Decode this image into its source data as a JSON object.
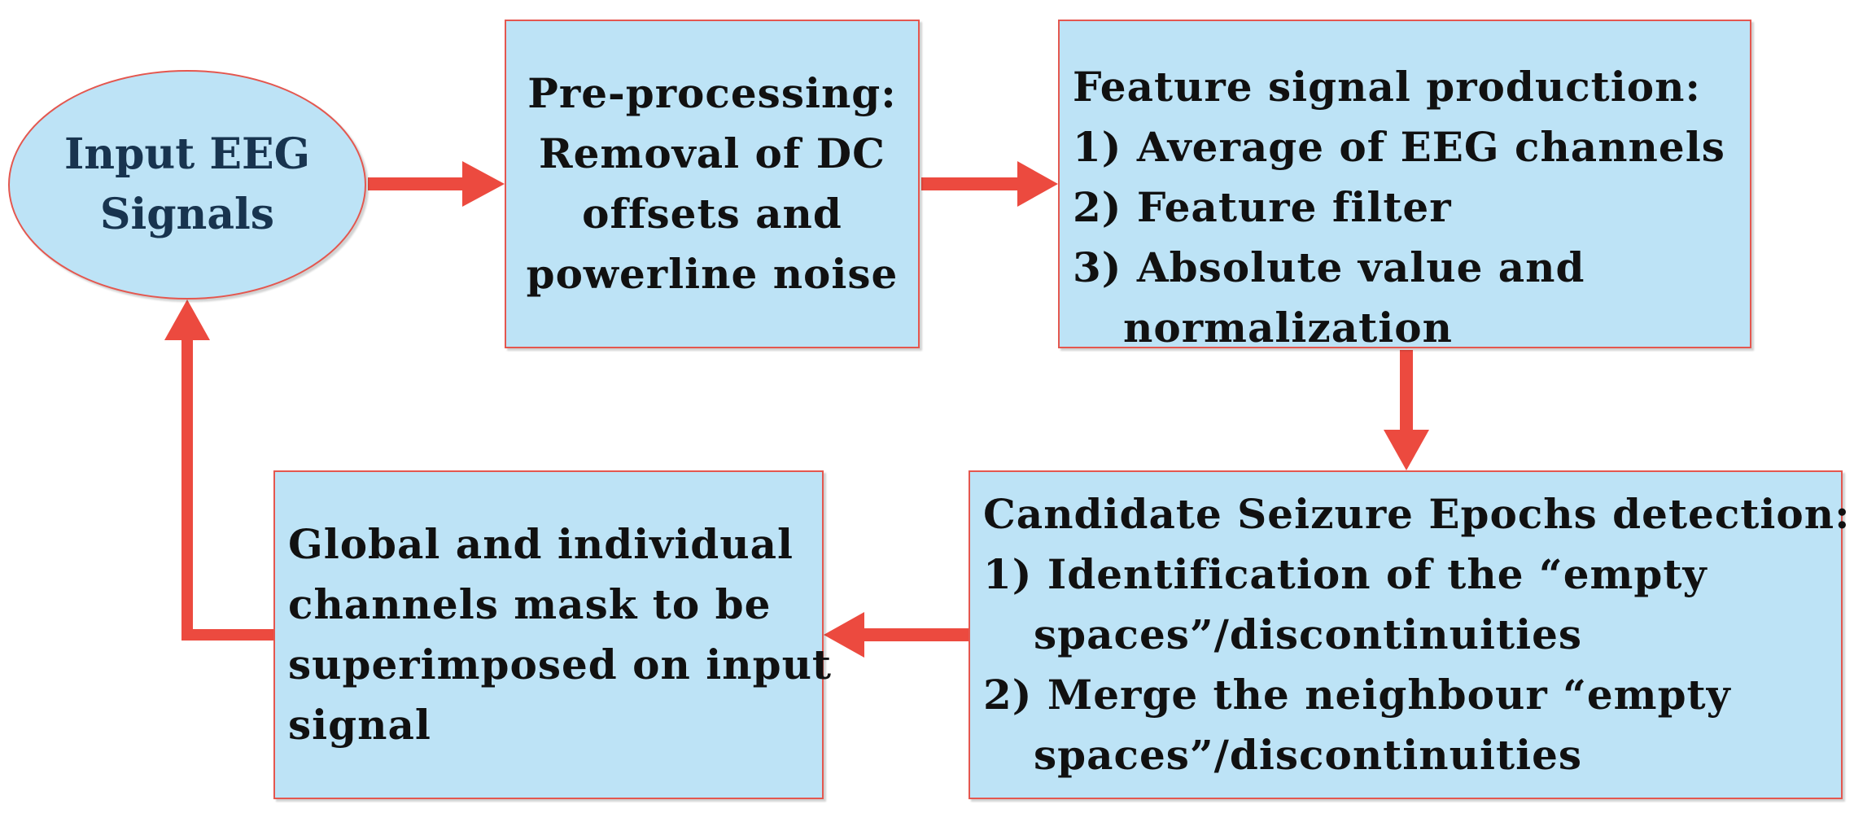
{
  "colors": {
    "box_fill": "#bde3f6",
    "box_border": "#e4574f",
    "arrow": "#ec4a3f",
    "ellipse_text": "#18344f",
    "box_text": "#111111"
  },
  "nodes": {
    "input": {
      "lines": [
        "Input EEG",
        "Signals"
      ]
    },
    "preprocessing": {
      "lines": [
        "Pre-processing:",
        "Removal of DC",
        "offsets and",
        "powerline noise"
      ]
    },
    "feature": {
      "title": "Feature signal production:",
      "items": [
        "1) Average of EEG channels",
        "2) Feature filter",
        "3) Absolute value and"
      ],
      "item3_cont": "normalization"
    },
    "candidate": {
      "title": "Candidate Seizure Epochs detection:",
      "item1": "1) Identification of the “empty",
      "item1_cont": "spaces”/discontinuities",
      "item2": "2) Merge the neighbour “empty",
      "item2_cont": "spaces”/discontinuities"
    },
    "mask": {
      "lines": [
        "Global and individual",
        "channels mask  to be",
        "superimposed on input",
        "signal"
      ]
    }
  }
}
